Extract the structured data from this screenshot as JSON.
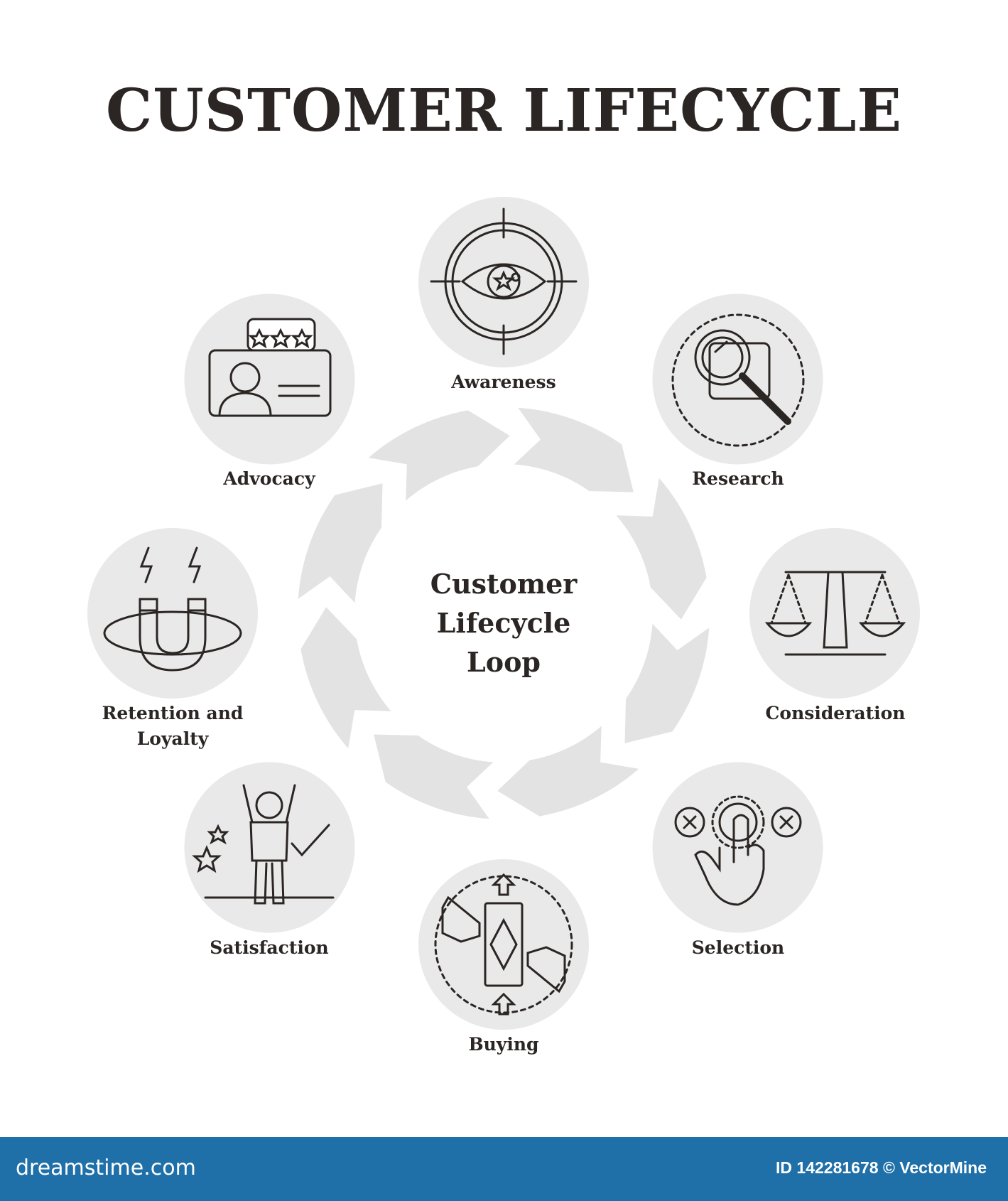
{
  "title": "CUSTOMER LIFECYCLE",
  "center_label": [
    "Customer",
    "Lifecycle",
    "Loop"
  ],
  "stages": [
    {
      "label": "Awareness",
      "icon": "eye-target-icon"
    },
    {
      "label": "Research",
      "icon": "magnifier-icon"
    },
    {
      "label": "Consideration",
      "icon": "scales-icon"
    },
    {
      "label": "Selection",
      "icon": "hand-press-button-icon"
    },
    {
      "label": "Buying",
      "icon": "hands-exchange-money-icon"
    },
    {
      "label": "Satisfaction",
      "icon": "happy-person-icon"
    },
    {
      "label": "Retention and Loyalty",
      "icon": "magnet-icon"
    },
    {
      "label": "Advocacy",
      "icon": "review-stars-icon"
    }
  ],
  "footer": {
    "site": "dreamstime.com",
    "id_text": "ID 142281678 © VectorMine"
  },
  "colors": {
    "ink": "#2b2624",
    "circle_fill": "#e9e9e9",
    "arrow_fill": "#e3e3e3",
    "footer_bg": "#1f6fa8"
  }
}
